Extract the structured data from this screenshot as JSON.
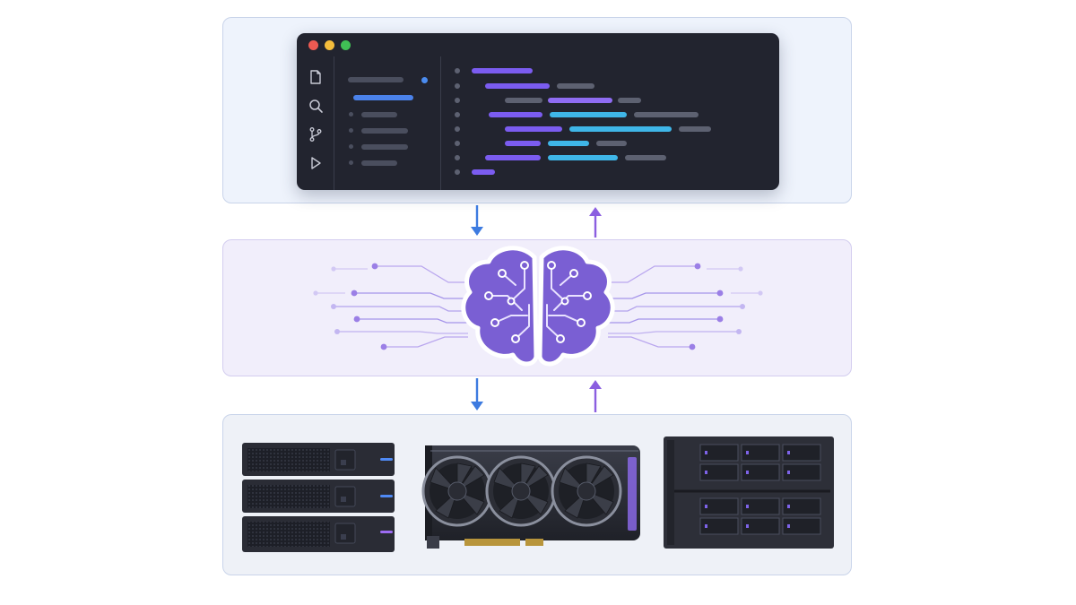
{
  "diagram": {
    "tiers": [
      {
        "id": "software",
        "content": "code-editor-window"
      },
      {
        "id": "ai",
        "content": "circuit-brain"
      },
      {
        "id": "hardware",
        "content": [
          "server-stack",
          "graphics-card",
          "storage-array"
        ]
      }
    ],
    "connectors": [
      {
        "from": "software",
        "to": "ai",
        "direction": "down",
        "color": "#3d7be0"
      },
      {
        "from": "ai",
        "to": "software",
        "direction": "up",
        "color": "#8b5ee0"
      },
      {
        "from": "ai",
        "to": "hardware",
        "direction": "down",
        "color": "#3d7be0"
      },
      {
        "from": "hardware",
        "to": "ai",
        "direction": "up",
        "color": "#8b5ee0"
      }
    ]
  },
  "colors": {
    "editor_bg": "#22242f",
    "accent_blue": "#3d7be0",
    "accent_purple": "#8b5ee0",
    "brain_fill": "#7a5fd3",
    "code_cyan": "#3fb6e8",
    "code_violet": "#7b5cf0",
    "code_gray": "#6a6e7e"
  },
  "icons": {
    "activity_bar": [
      "file-icon",
      "search-icon",
      "source-control-icon",
      "run-icon"
    ]
  }
}
